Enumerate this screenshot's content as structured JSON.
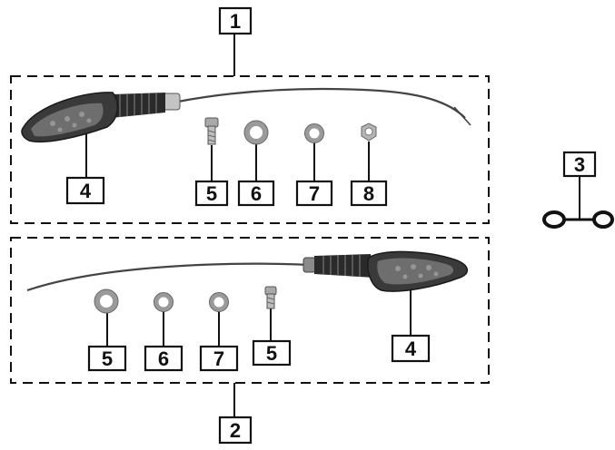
{
  "parts": {
    "assembly_right": "1",
    "assembly_left": "2",
    "connector": "3",
    "lamp": "4",
    "screw": "5",
    "washer_large": "6",
    "washer_small": "7",
    "nut": "8"
  },
  "colors": {
    "line": "#111111",
    "lamp_body": "#3a3a3a",
    "lamp_lens": "#6e6e6e",
    "metal": "#bdbdbd"
  }
}
